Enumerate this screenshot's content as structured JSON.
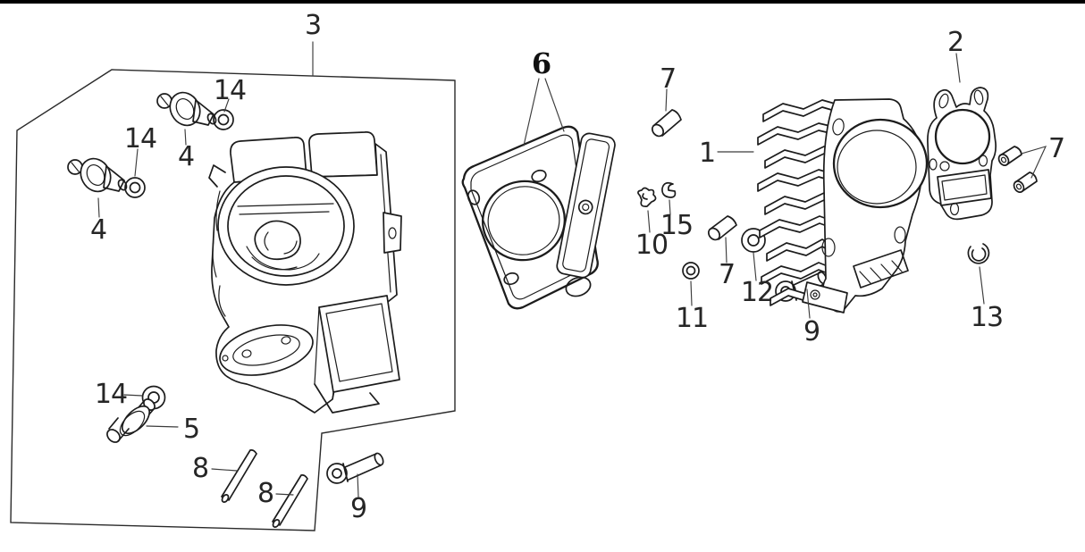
{
  "figure_type": "exploded-parts-diagram",
  "colors": {
    "line": "#1c1c1c",
    "leader": "#3c3c3c",
    "label": "#262626",
    "background": "#ffffff",
    "top_bar": "#000000"
  },
  "callouts": {
    "part3": "3",
    "part6": "6",
    "part7_top": "7",
    "part2": "2",
    "part1": "1",
    "part14_a": "14",
    "part4_a": "4",
    "part14_b": "14",
    "part4_b": "4",
    "part10": "10",
    "part15": "15",
    "part7_mid": "7",
    "part12": "12",
    "part11": "11",
    "part9_mid": "9",
    "part13": "13",
    "part7_right": "7",
    "part14_c": "14",
    "part5": "5",
    "part8_a": "8",
    "part8_b": "8",
    "part9_bottom": "9"
  }
}
